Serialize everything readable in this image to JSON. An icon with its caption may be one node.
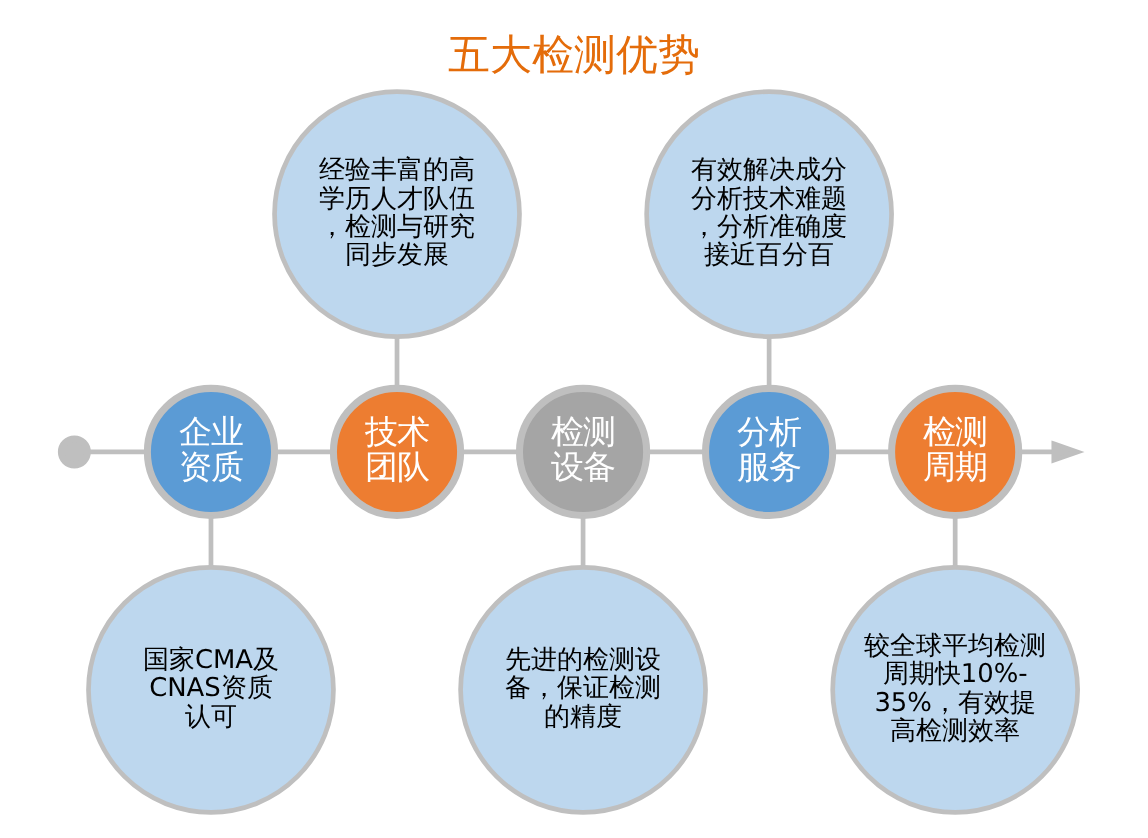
{
  "diagram": {
    "title": "五大检测优势",
    "nodes": [
      {
        "text": [
          "经验丰富的高学历人才队伍，检测与研究同步发展"
        ]
      },
      {
        "text": [
          "有效解决成分分析技术难题，分析准确度接近百分百"
        ]
      },
      {
        "text": [],
        "shape": "circle"
      },
      {
        "text": [
          "企业资质"
        ]
      },
      {
        "text": [
          "技术团队"
        ]
      },
      {
        "text": [
          "检测设备"
        ]
      },
      {
        "text": [
          "分析服务"
        ]
      },
      {
        "text": [
          "检测周期"
        ]
      },
      {
        "text": [
          "国家CMA及CNAS资质认可"
        ]
      },
      {
        "text": [
          "先进的检测设备，保证检测的精度"
        ]
      },
      {
        "text": [
          "较全球平均检测周期快10%-35%，有效提高检测效率"
        ]
      }
    ],
    "edges": [
      {
        "from": 2,
        "to": 3,
        "arrow": "none"
      },
      {
        "from": 3,
        "to": 4,
        "arrow": "none"
      },
      {
        "from": 4,
        "to": 5,
        "arrow": "none"
      },
      {
        "from": 5,
        "to": 6,
        "arrow": "none"
      },
      {
        "from": 6,
        "to": 7,
        "arrow": "none"
      },
      {
        "from": 7,
        "to": null,
        "arrow": "to"
      },
      {
        "from": 0,
        "to": 4,
        "arrow": "none"
      },
      {
        "from": 1,
        "to": 6,
        "arrow": "none"
      },
      {
        "from": 3,
        "to": 8,
        "arrow": "none"
      },
      {
        "from": 5,
        "to": 9,
        "arrow": "none"
      },
      {
        "from": 7,
        "to": 10,
        "arrow": "none"
      }
    ]
  }
}
